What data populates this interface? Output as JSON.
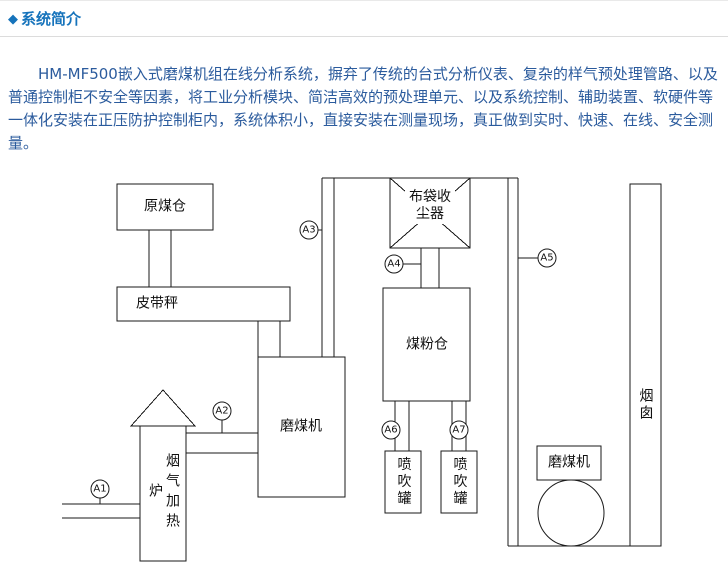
{
  "colors": {
    "heading": "#1673bb",
    "body_text": "#2b5b9d",
    "line": "#1a1a1a",
    "divider": "#dcdcdc"
  },
  "header": {
    "bullet": "◆",
    "title": "系统简介"
  },
  "intro": {
    "text": "HM-MF500嵌入式磨煤机组在线分析系统，摒弃了传统的台式分析仪表、复杂的样气预处理管路、以及普通控制柜不安全等因素，将工业分析模块、简洁高效的预处理单元、以及系统控制、辅助装置、软硬件等一体化安装在正压防护控制柜内，系统体积小，直接安装在测量现场，真正做到实时、快速、在线、安全测量。"
  },
  "diagram": {
    "equipment": {
      "raw_coal_bunker": "原煤仓",
      "belt_scale": "皮带秤",
      "coal_mill": "磨煤机",
      "bag_dust_collector_line1": "布袋收",
      "bag_dust_collector_line2": "尘器",
      "coal_powder_bunker": "煤粉仓",
      "injection_tank_left": "喷吹罐",
      "injection_tank_right": "喷吹罐",
      "flue_gas_heater": "烟气加热炉",
      "mill_fan": "磨煤机",
      "chimney": "烟囱"
    },
    "sample_points": {
      "a1": "A1",
      "a2": "A2",
      "a3": "A3",
      "a4": "A4",
      "a5": "A5",
      "a6": "A6",
      "a7": "A7"
    }
  }
}
